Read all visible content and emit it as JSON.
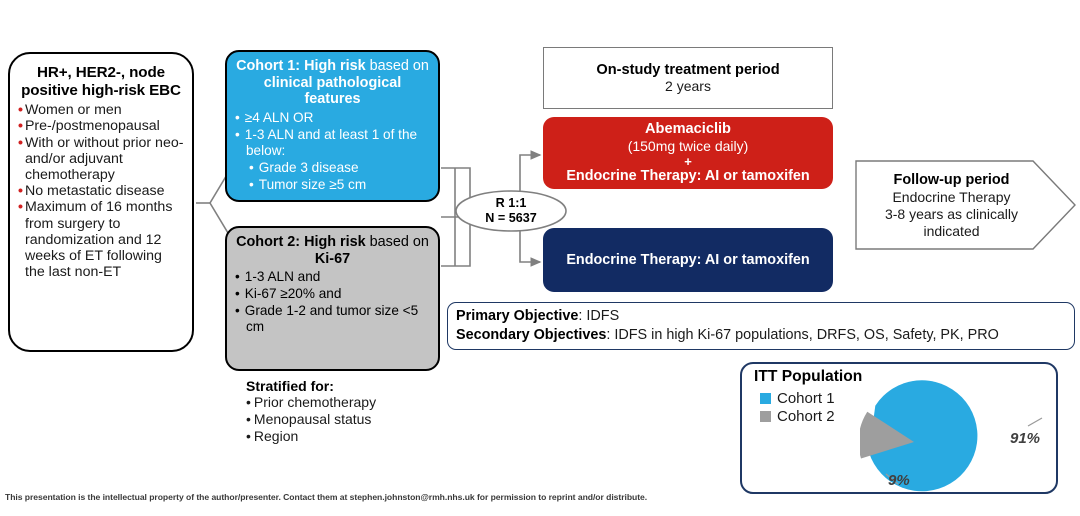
{
  "colors": {
    "cohort1_blue": "#29AAE1",
    "cohort2_gray": "#C4C4C4",
    "experimental_red": "#CE2018",
    "control_navy": "#122B63",
    "panel_border_navy": "#1F3864",
    "bullet_red": "#d02020",
    "connector_gray": "#808080"
  },
  "eligibility": {
    "title": "HR+, HER2-, node positive high-risk EBC",
    "criteria": [
      "Women or men",
      "Pre-/postmenopausal",
      "With or without prior neo- and/or adjuvant chemotherapy",
      "No metastatic disease",
      "Maximum of 16 months from surgery to randomization and 12 weeks of ET following the last non-ET"
    ]
  },
  "cohort1": {
    "heading_part1": "Cohort 1: High risk",
    "heading_part2": " based on ",
    "heading_part3": "clinical pathological features",
    "criteria": [
      "≥4 ALN OR",
      "1-3 ALN and at least 1 of the below:"
    ],
    "subcriteria": [
      "Grade 3 disease",
      "Tumor size ≥5 cm"
    ]
  },
  "cohort2": {
    "heading_part1": "Cohort 2: High risk",
    "heading_part2": " based on ",
    "heading_part3": "Ki-67",
    "criteria": [
      "1-3 ALN and",
      "Ki-67 ≥20% and",
      "Grade 1-2 and tumor size  <5 cm"
    ]
  },
  "stratified": {
    "title": "Stratified for:",
    "items": [
      "Prior chemotherapy",
      "Menopausal status",
      "Region"
    ]
  },
  "randomization": {
    "ratio": "R 1:1",
    "n": "N = 5637"
  },
  "on_study": {
    "title": "On-study treatment period",
    "duration": "2 years"
  },
  "arm_experimental": {
    "drug": "Abemaciclib",
    "dose": "(150mg twice daily)",
    "plus": "+",
    "backbone": "Endocrine Therapy: AI or tamoxifen"
  },
  "arm_control": {
    "label": "Endocrine Therapy: AI or tamoxifen"
  },
  "follow_up": {
    "title": "Follow-up period",
    "line2": "Endocrine Therapy",
    "line3": "3-8 years as clinically",
    "line4": "indicated"
  },
  "objectives": {
    "primary_label": "Primary Objective",
    "primary_value": ": IDFS",
    "secondary_label": "Secondary Objectives",
    "secondary_value": ": IDFS in high Ki-67 populations, DRFS, OS, Safety, PK, PRO"
  },
  "chart_data": {
    "type": "pie",
    "title": "ITT Population",
    "categories": [
      "Cohort 1",
      "Cohort 2"
    ],
    "values": [
      91,
      9
    ],
    "labels": [
      "91%",
      "9%"
    ],
    "colors": [
      "#29AAE1",
      "#9E9E9E"
    ],
    "legend_position": "top-left",
    "exploded_slice": "Cohort 2"
  },
  "footer": {
    "text": "This presentation is the intellectual property of the author/presenter. Contact them at stephen.johnston@rmh.nhs.uk for permission to reprint and/or distribute."
  }
}
